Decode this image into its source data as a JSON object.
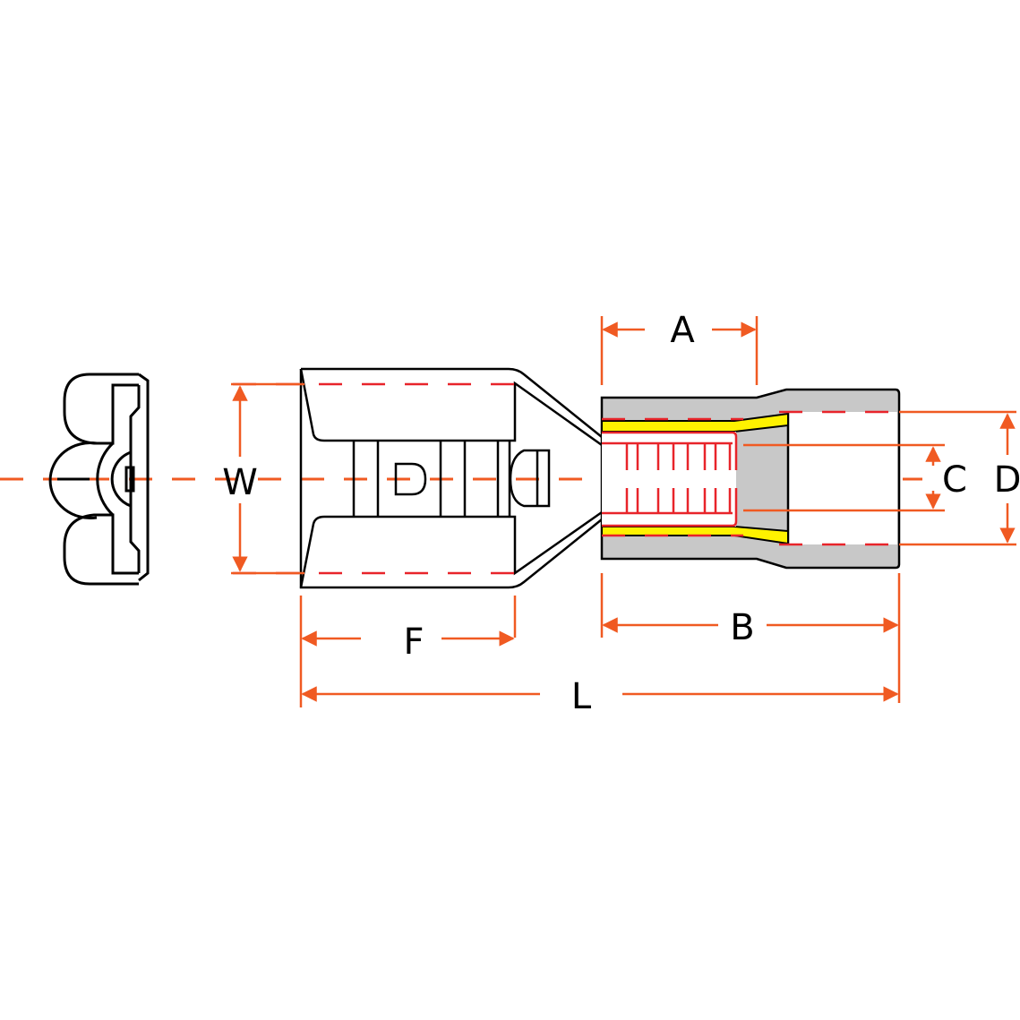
{
  "diagram": {
    "subject": "Insulated female disconnect terminal with dimension callouts",
    "colors": {
      "outline": "#000000",
      "dimension": "#f05a22",
      "hidden_line": "#e8242a",
      "insulation": "#c8c8c8",
      "sleeve": "#fff200",
      "background": "#ffffff"
    },
    "labels": {
      "A": "A",
      "B": "B",
      "C": "C",
      "D": "D",
      "F": "F",
      "L": "L",
      "W": "W"
    },
    "views": [
      "end-view",
      "side-view"
    ]
  }
}
